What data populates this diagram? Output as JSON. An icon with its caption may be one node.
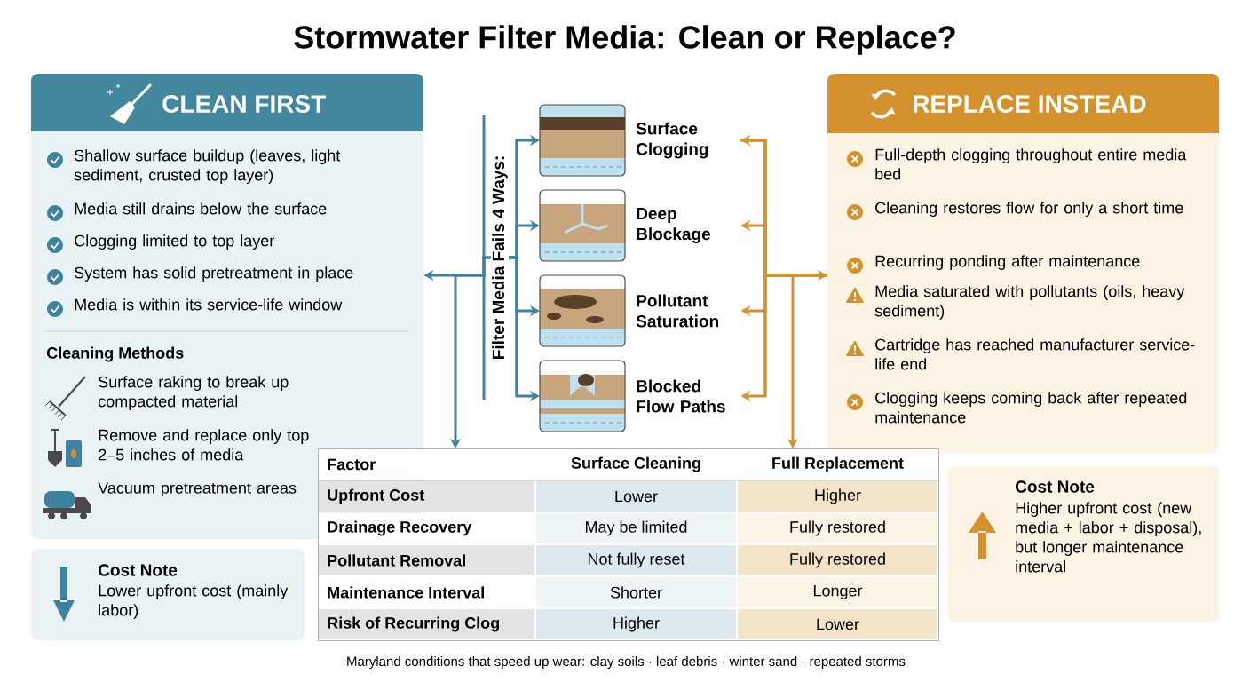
{
  "diagram": {
    "title": "Stormwater Filter Media: Clean or Replace?",
    "nodes": [
      {
        "text": [
          "CLEAN FIRST",
          "Shallow surface buildup (leaves, light sediment, crusted top layer)",
          "Media still drains below the surface",
          "Clogging limited to top layer",
          "System has solid pretreatment in place",
          "Media is within its service-life window",
          "Cleaning Methods",
          "Surface raking to break up compacted material",
          "Remove and replace only top 2–5 inches of media",
          "Vacuum pretreatment areas"
        ]
      },
      {
        "text": [
          "Filter Media Fails 4 Ways:"
        ]
      },
      {
        "text": [
          "Surface Clogging"
        ]
      },
      {
        "text": [
          "Deep Blockage"
        ]
      },
      {
        "text": [
          "Pollutant Saturation"
        ]
      },
      {
        "text": [
          "Blocked Flow Paths"
        ]
      },
      {
        "text": [
          "REPLACE INSTEAD",
          "Full-depth clogging throughout entire media bed",
          "Cleaning restores flow for only a short time",
          "Recurring ponding after maintenance",
          "Media saturated with pollutants (oils, heavy sediment)",
          "Cartridge has reached manufacturer service-life end",
          "Clogging keeps coming back after repeated maintenance"
        ]
      },
      {
        "text": [
          "Factor",
          "Surface Cleaning",
          "Full Replacement",
          "Upfront Cost",
          "Lower",
          "Higher",
          "Drainage Recovery",
          "May be limited",
          "Fully restored",
          "Pollutant Removal",
          "Not fully reset",
          "Fully restored",
          "Maintenance Interval",
          "Shorter",
          "Longer",
          "Risk of Recurring Clog",
          "Higher",
          "Lower"
        ]
      },
      {
        "text": [
          "Cost Note",
          "Lower upfront cost (mainly labor)"
        ]
      },
      {
        "text": [
          "Cost Note",
          "Higher upfront cost (new media + labor + disposal), but longer maintenance interval"
        ]
      }
    ],
    "edges": [
      {
        "from": 1,
        "to": 2,
        "arrow": "to",
        "color": "#3f82a0"
      },
      {
        "from": 1,
        "to": 3,
        "arrow": "to",
        "color": "#3f82a0"
      },
      {
        "from": 1,
        "to": 4,
        "arrow": "to",
        "color": "#3f82a0"
      },
      {
        "from": 1,
        "to": 5,
        "arrow": "to",
        "color": "#3f82a0"
      },
      {
        "from": 1,
        "to": 0,
        "arrow": "to",
        "color": "#3f82a0"
      },
      {
        "from": 1,
        "to": 7,
        "arrow": "to",
        "color": "#3f82a0"
      },
      {
        "from": 6,
        "to": 2,
        "arrow": "to",
        "color": "#d4922e"
      },
      {
        "from": 6,
        "to": 3,
        "arrow": "to",
        "color": "#d4922e"
      },
      {
        "from": 6,
        "to": 4,
        "arrow": "to",
        "color": "#d4922e"
      },
      {
        "from": 6,
        "to": 5,
        "arrow": "to",
        "color": "#d4922e"
      },
      {
        "from": 2,
        "to": 6,
        "arrow": "to",
        "color": "#d4922e"
      },
      {
        "from": 2,
        "to": 7,
        "arrow": "to",
        "color": "#d4922e"
      }
    ],
    "labels": [
      "Maryland conditions that speed up wear: clay soils · leaf debris · winter sand · repeated storms"
    ]
  }
}
